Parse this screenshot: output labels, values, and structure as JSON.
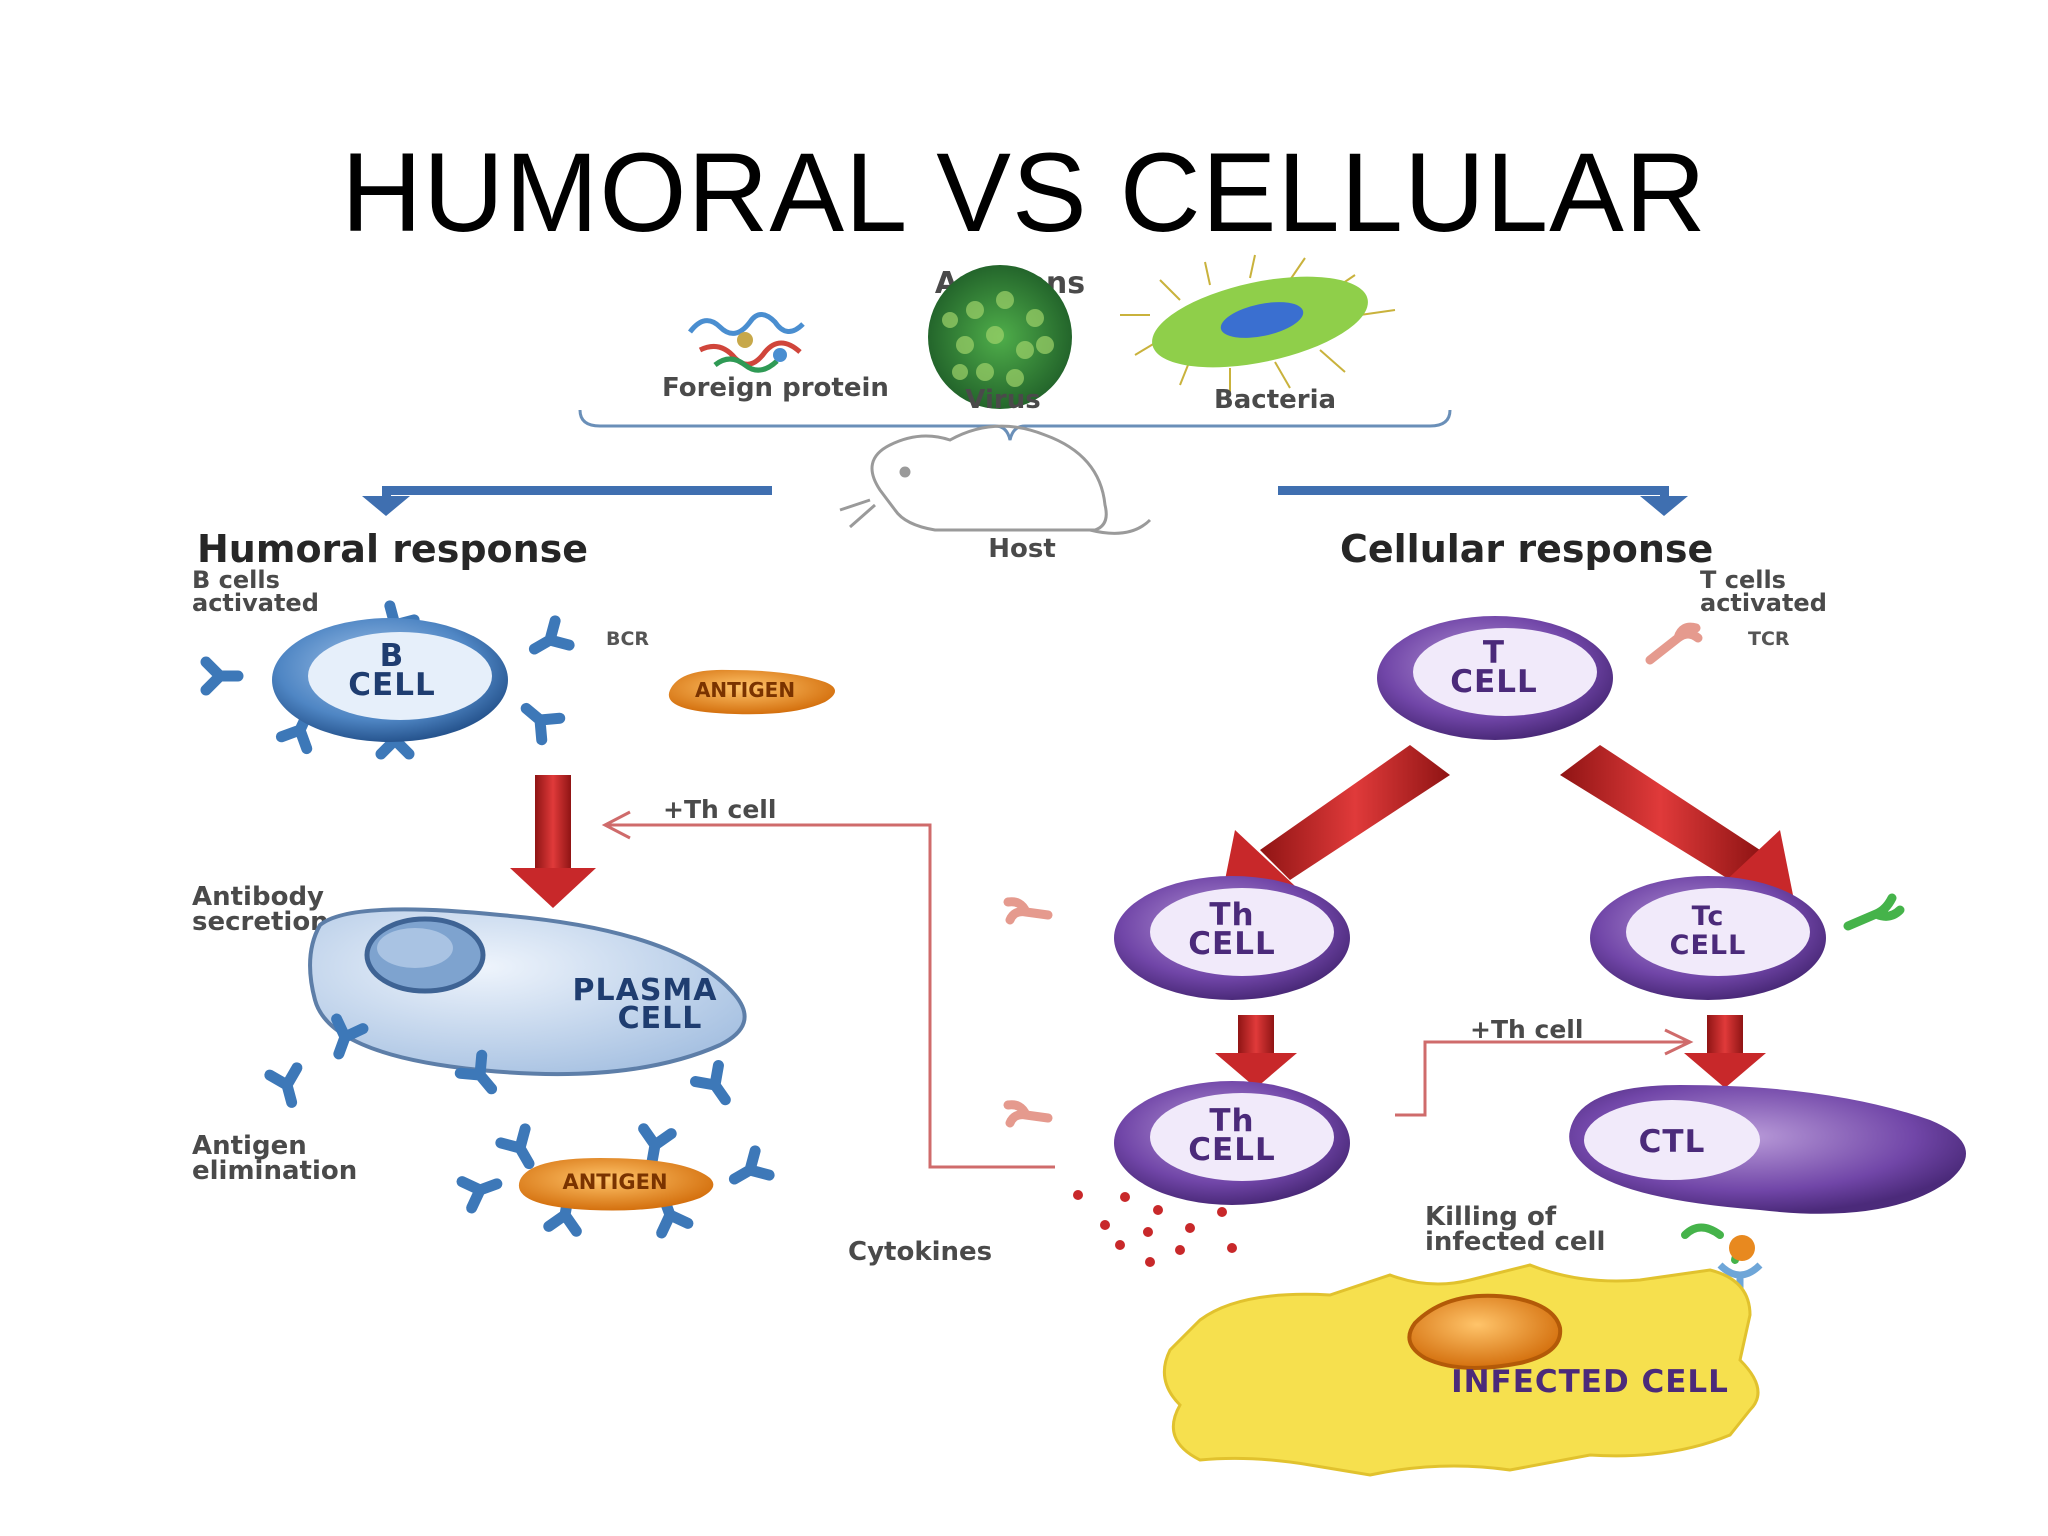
{
  "slide": {
    "title": "HUMORAL VS CELLULAR"
  },
  "diagram": {
    "antigens_label": "Antigens",
    "antigen_types": [
      "Foreign protein",
      "Virus",
      "Bacteria"
    ],
    "host_label": "Host",
    "humoral": {
      "heading": "Humoral response",
      "subtitle_line1": "B cells",
      "subtitle_line2": "activated",
      "b_cell_line1": "B",
      "b_cell_line2": "CELL",
      "bcr_label": "BCR",
      "antigen_label": "ANTIGEN",
      "th_help_label": "+Th cell",
      "secretion_line1": "Antibody",
      "secretion_line2": "secretion",
      "plasma_line1": "PLASMA",
      "plasma_line2": "CELL",
      "elimination_line1": "Antigen",
      "elimination_line2": "elimination",
      "complex_label": "ANTIGEN"
    },
    "cellular": {
      "heading": "Cellular response",
      "subtitle_line1": "T cells",
      "subtitle_line2": "activated",
      "t_cell_line1": "T",
      "t_cell_line2": "CELL",
      "tcr_label": "TCR",
      "th_line1": "Th",
      "th_line2": "CELL",
      "tc_line1": "Tc",
      "tc_line2": "CELL",
      "th2_line1": "Th",
      "th2_line2": "CELL",
      "th_help_label": "+Th cell",
      "ctl_label": "CTL",
      "cytokines_label": "Cytokines",
      "killing_line1": "Killing of",
      "killing_line2": "infected cell",
      "infected_label": "INFECTED CELL"
    }
  },
  "colors": {
    "b_cell": "#3d78b8",
    "t_cell": "#6a3f9c",
    "arrow_red": "#c8282a",
    "connector_pink": "#cf6b6b",
    "blue_arrow": "#3f6fb0",
    "antigen_orange": "#e8891f",
    "infected_yellow": "#f6e04e"
  }
}
